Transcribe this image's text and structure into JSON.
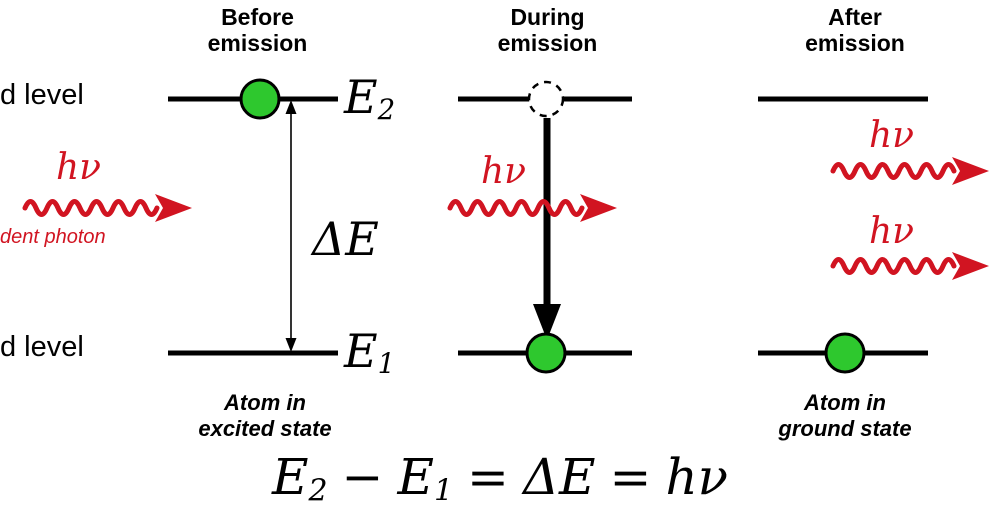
{
  "colors": {
    "photon": "#d11421",
    "electron": "#2ec82e",
    "ink": "#000000"
  },
  "headers": {
    "before": "Before\nemission",
    "during": "During\nemission",
    "after": "After\nemission"
  },
  "level_labels": {
    "excited": "d level",
    "ground": "d level"
  },
  "labels": {
    "e2": {
      "base": "E",
      "sub": "2"
    },
    "e1": {
      "base": "E",
      "sub": "1"
    },
    "delta_e": "ΔE"
  },
  "photons": {
    "incident": {
      "label": "hν",
      "caption": "dent photon"
    },
    "during": {
      "label": "hν"
    },
    "emitted_top": {
      "label": "hν"
    },
    "emitted_bottom": {
      "label": "hν"
    }
  },
  "captions": {
    "before": "Atom in\nexcited state",
    "after": "Atom in\nground state"
  },
  "equation": {
    "term1_base": "E",
    "term1_sub": "2",
    "minus": "−",
    "term2_base": "E",
    "term2_sub": "1",
    "equals1": "=",
    "delta": "ΔE",
    "equals2": "=",
    "result": "hν"
  }
}
